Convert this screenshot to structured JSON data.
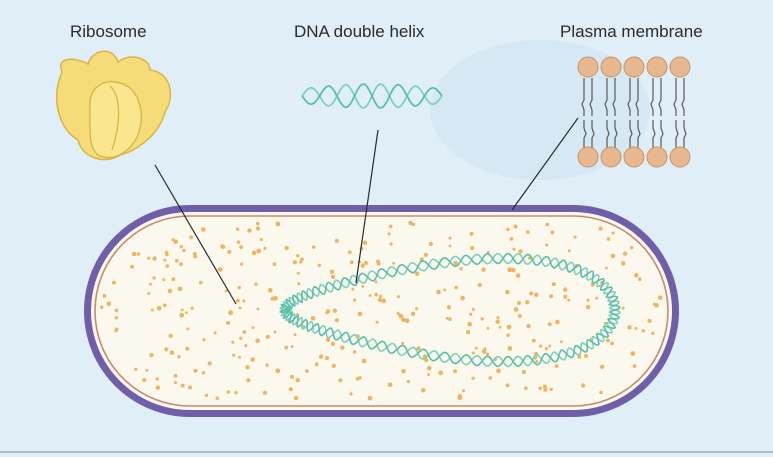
{
  "labels": {
    "ribosome": "Ribosome",
    "dna": "DNA double helix",
    "membrane": "Plasma membrane"
  },
  "colors": {
    "background": "#dfeef7",
    "cell_wall": "#6f5fa8",
    "membrane_line": "#c98a6c",
    "cytoplasm": "#fbf8ee",
    "granule": "#f1b35f",
    "dna_strand_a": "#58bfa8",
    "dna_strand_b": "#7fd0bd",
    "ribosome": "#f6dc79",
    "ribosome_edge": "#d8b545",
    "lipid_head": "#e7b88f",
    "lipid_tail": "#5a5a5a",
    "pointer_line": "#2a2a2a"
  },
  "icons": [
    "ribosome-icon",
    "dna-helix-icon",
    "lipid-bilayer-icon"
  ]
}
